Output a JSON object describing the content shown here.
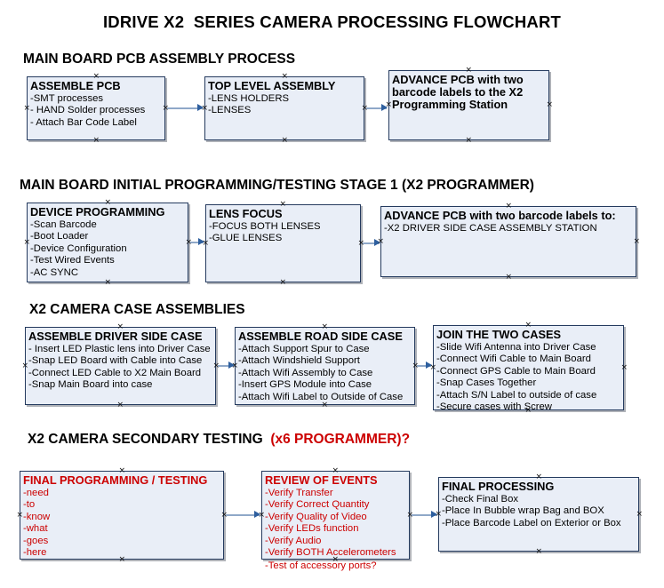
{
  "title": "IDRIVE X2  SERIES CAMERA PROCESSING FLOWCHART",
  "colors": {
    "box_fill": "#e9eef7",
    "box_border": "#243a5e",
    "connector": "#8fa8c8",
    "arrow": "#2e5f9e",
    "accent_red": "#cc0000",
    "text": "#000000"
  },
  "sections": [
    {
      "heading": "MAIN BOARD PCB ASSEMBLY PROCESS",
      "heading_accent": "",
      "boxes": [
        {
          "title": "ASSEMBLE PCB",
          "lines": [
            "-SMT processes",
            "- HAND Solder processes",
            "- Attach Bar Code Label"
          ]
        },
        {
          "title": "TOP LEVEL ASSEMBLY",
          "lines": [
            "-LENS HOLDERS",
            "-LENSES"
          ]
        },
        {
          "title": "ADVANCE PCB with two barcode labels to the  X2 Programming Station",
          "lines": []
        }
      ]
    },
    {
      "heading": "MAIN BOARD INITIAL PROGRAMMING/TESTING STAGE 1 (X2 PROGRAMMER)",
      "heading_accent": "",
      "boxes": [
        {
          "title": "DEVICE PROGRAMMING",
          "lines": [
            "-Scan Barcode",
            "-Boot Loader",
            "-Device Configuration",
            "-Test Wired Events",
            "-AC SYNC"
          ]
        },
        {
          "title": "LENS FOCUS",
          "lines": [
            "-FOCUS BOTH LENSES",
            "-GLUE LENSES"
          ]
        },
        {
          "title": "ADVANCE PCB with two barcode labels to:",
          "lines": [
            "-X2 DRIVER  SIDE  CASE  ASSEMBLY STATION"
          ]
        }
      ]
    },
    {
      "heading": "X2 CAMERA CASE ASSEMBLIES",
      "heading_accent": "",
      "boxes": [
        {
          "title": "ASSEMBLE DRIVER SIDE CASE",
          "lines": [
            "- Insert LED Plastic lens into Driver Case",
            "-Snap LED Board with Cable into Case",
            "-Connect LED Cable to X2 Main Board",
            "-Snap Main Board into case"
          ]
        },
        {
          "title": "ASSEMBLE ROAD SIDE CASE",
          "lines": [
            "-Attach Support Spur to Case",
            "-Attach Windshield Support",
            "-Attach Wifi Assembly to Case",
            "-Insert GPS Module into Case",
            "-Attach Wifi Label to Outside of Case"
          ]
        },
        {
          "title": "JOIN THE TWO CASES",
          "lines": [
            "-Slide Wifi Antenna into Driver Case",
            "-Connect Wifi Cable to Main Board",
            "-Connect GPS Cable to Main Board",
            "-Snap Cases Together",
            "-Attach S/N Label to outside of case",
            "-Secure cases with Screw"
          ]
        }
      ]
    },
    {
      "heading": "X2 CAMERA SECONDARY TESTING",
      "heading_accent": "(x6 PROGRAMMER)?",
      "boxes": [
        {
          "title": "FINAL PROGRAMMING / TESTING",
          "lines": [
            "-need",
            "-to",
            "-know",
            "-what",
            "-goes",
            "-here"
          ]
        },
        {
          "title": "REVIEW OF EVENTS",
          "lines": [
            "-Verify Transfer",
            "-Verify Correct Quantity",
            "-Verify Quality of Video",
            "-Verify LEDs function",
            "-Verify Audio",
            "-Verify BOTH Accelerometers"
          ],
          "overflow_line": "-Test of accessory ports?"
        },
        {
          "title": "FINAL PROCESSING",
          "lines": [
            " -Check Final Box",
            "-Place In Bubble wrap Bag and BOX",
            "-Place Barcode Label on Exterior or Box"
          ]
        }
      ]
    }
  ]
}
